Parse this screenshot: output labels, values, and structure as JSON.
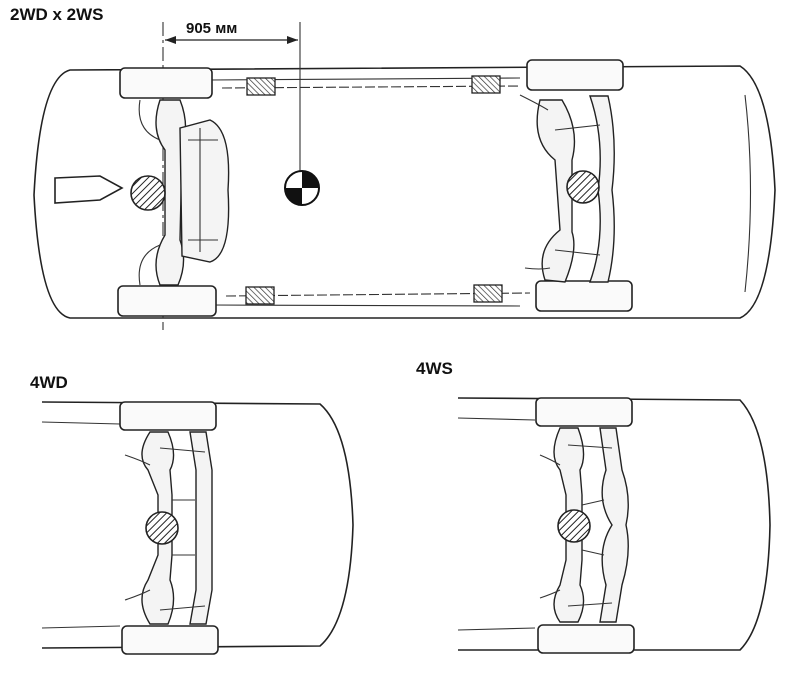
{
  "labels": {
    "top": "2WD x 2WS",
    "dimension": "905 мм",
    "bottom_left": "4WD",
    "bottom_right": "4WS"
  }
}
